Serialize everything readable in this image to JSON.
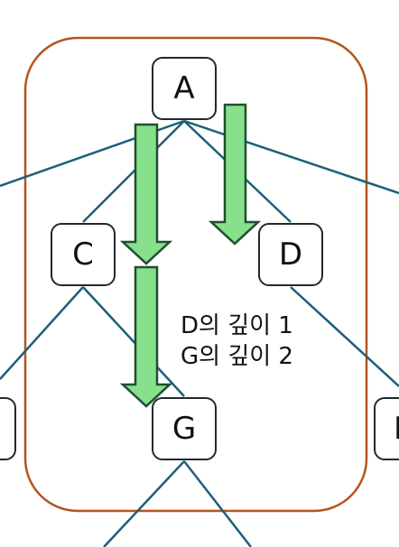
{
  "diagram": {
    "nodes": [
      {
        "id": "A",
        "label": "A"
      },
      {
        "id": "C",
        "label": "C"
      },
      {
        "id": "D",
        "label": "D"
      },
      {
        "id": "G",
        "label": "G"
      },
      {
        "id": "left-partial",
        "label": ""
      },
      {
        "id": "right-partial",
        "label": "I"
      }
    ],
    "caption": {
      "line1": "D의 깊이 1",
      "line2": "G의 깊이 2"
    },
    "colors": {
      "edge": "#1c5f7a",
      "frame": "#b5541c",
      "arrow_fill": "#86e08c",
      "arrow_stroke": "#1f4f30",
      "node_border": "#1f2a2e"
    }
  }
}
